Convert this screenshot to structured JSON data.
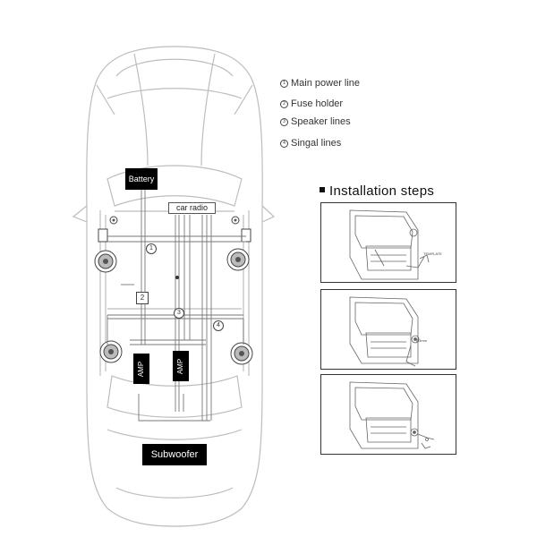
{
  "legend": [
    {
      "num": "1",
      "label": "Main power line"
    },
    {
      "num": "2",
      "label": "Fuse holder"
    },
    {
      "num": "3",
      "label": "Speaker lines"
    },
    {
      "num": "4",
      "label": "Singal lines"
    }
  ],
  "diagram": {
    "battery_label": "Battery",
    "radio_label": "car radio",
    "amp_label": "AMP",
    "subwoofer_label": "Subwoofer",
    "marker_1": "1",
    "marker_2": "2",
    "marker_3": "3",
    "marker_4": "4"
  },
  "installation": {
    "title": "Installation steps",
    "step1_note": "TEMPLATE",
    "step2_note": "Ø3mm"
  },
  "colors": {
    "car_outline": "#bbbbbb",
    "wiring": "#777777",
    "label_bg": "#000000"
  }
}
